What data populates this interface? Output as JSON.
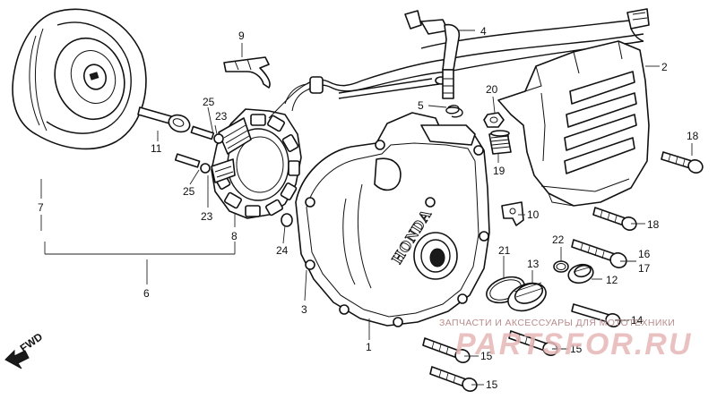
{
  "callouts": [
    {
      "id": "1",
      "label": "1"
    },
    {
      "id": "2",
      "label": "2"
    },
    {
      "id": "3",
      "label": "3"
    },
    {
      "id": "4",
      "label": "4"
    },
    {
      "id": "5",
      "label": "5"
    },
    {
      "id": "6",
      "label": "6"
    },
    {
      "id": "7",
      "label": "7"
    },
    {
      "id": "8",
      "label": "8"
    },
    {
      "id": "9",
      "label": "9"
    },
    {
      "id": "10",
      "label": "10"
    },
    {
      "id": "11",
      "label": "11"
    },
    {
      "id": "12",
      "label": "12"
    },
    {
      "id": "13",
      "label": "13"
    },
    {
      "id": "14",
      "label": "14"
    },
    {
      "id": "15a",
      "label": "15"
    },
    {
      "id": "15b",
      "label": "15"
    },
    {
      "id": "15c",
      "label": "15"
    },
    {
      "id": "16",
      "label": "16"
    },
    {
      "id": "17",
      "label": "17"
    },
    {
      "id": "18a",
      "label": "18"
    },
    {
      "id": "18b",
      "label": "18"
    },
    {
      "id": "19",
      "label": "19"
    },
    {
      "id": "20",
      "label": "20"
    },
    {
      "id": "21",
      "label": "21"
    },
    {
      "id": "22",
      "label": "22"
    },
    {
      "id": "23a",
      "label": "23"
    },
    {
      "id": "23b",
      "label": "23"
    },
    {
      "id": "24",
      "label": "24"
    },
    {
      "id": "25a",
      "label": "25"
    },
    {
      "id": "25b",
      "label": "25"
    }
  ],
  "cover_brand": "HONDA",
  "direction_label": "FWD",
  "watermark": {
    "caption": "ЗАПЧАСТИ И АКСЕССУАРЫ ДЛЯ МОТОТЕХНИКИ",
    "logo": "PARTSFOR.RU"
  },
  "colors": {
    "line": "#111111",
    "background": "#ffffff",
    "watermark_caption": "#b98c8c",
    "watermark_logo": "#e7b7b7"
  }
}
